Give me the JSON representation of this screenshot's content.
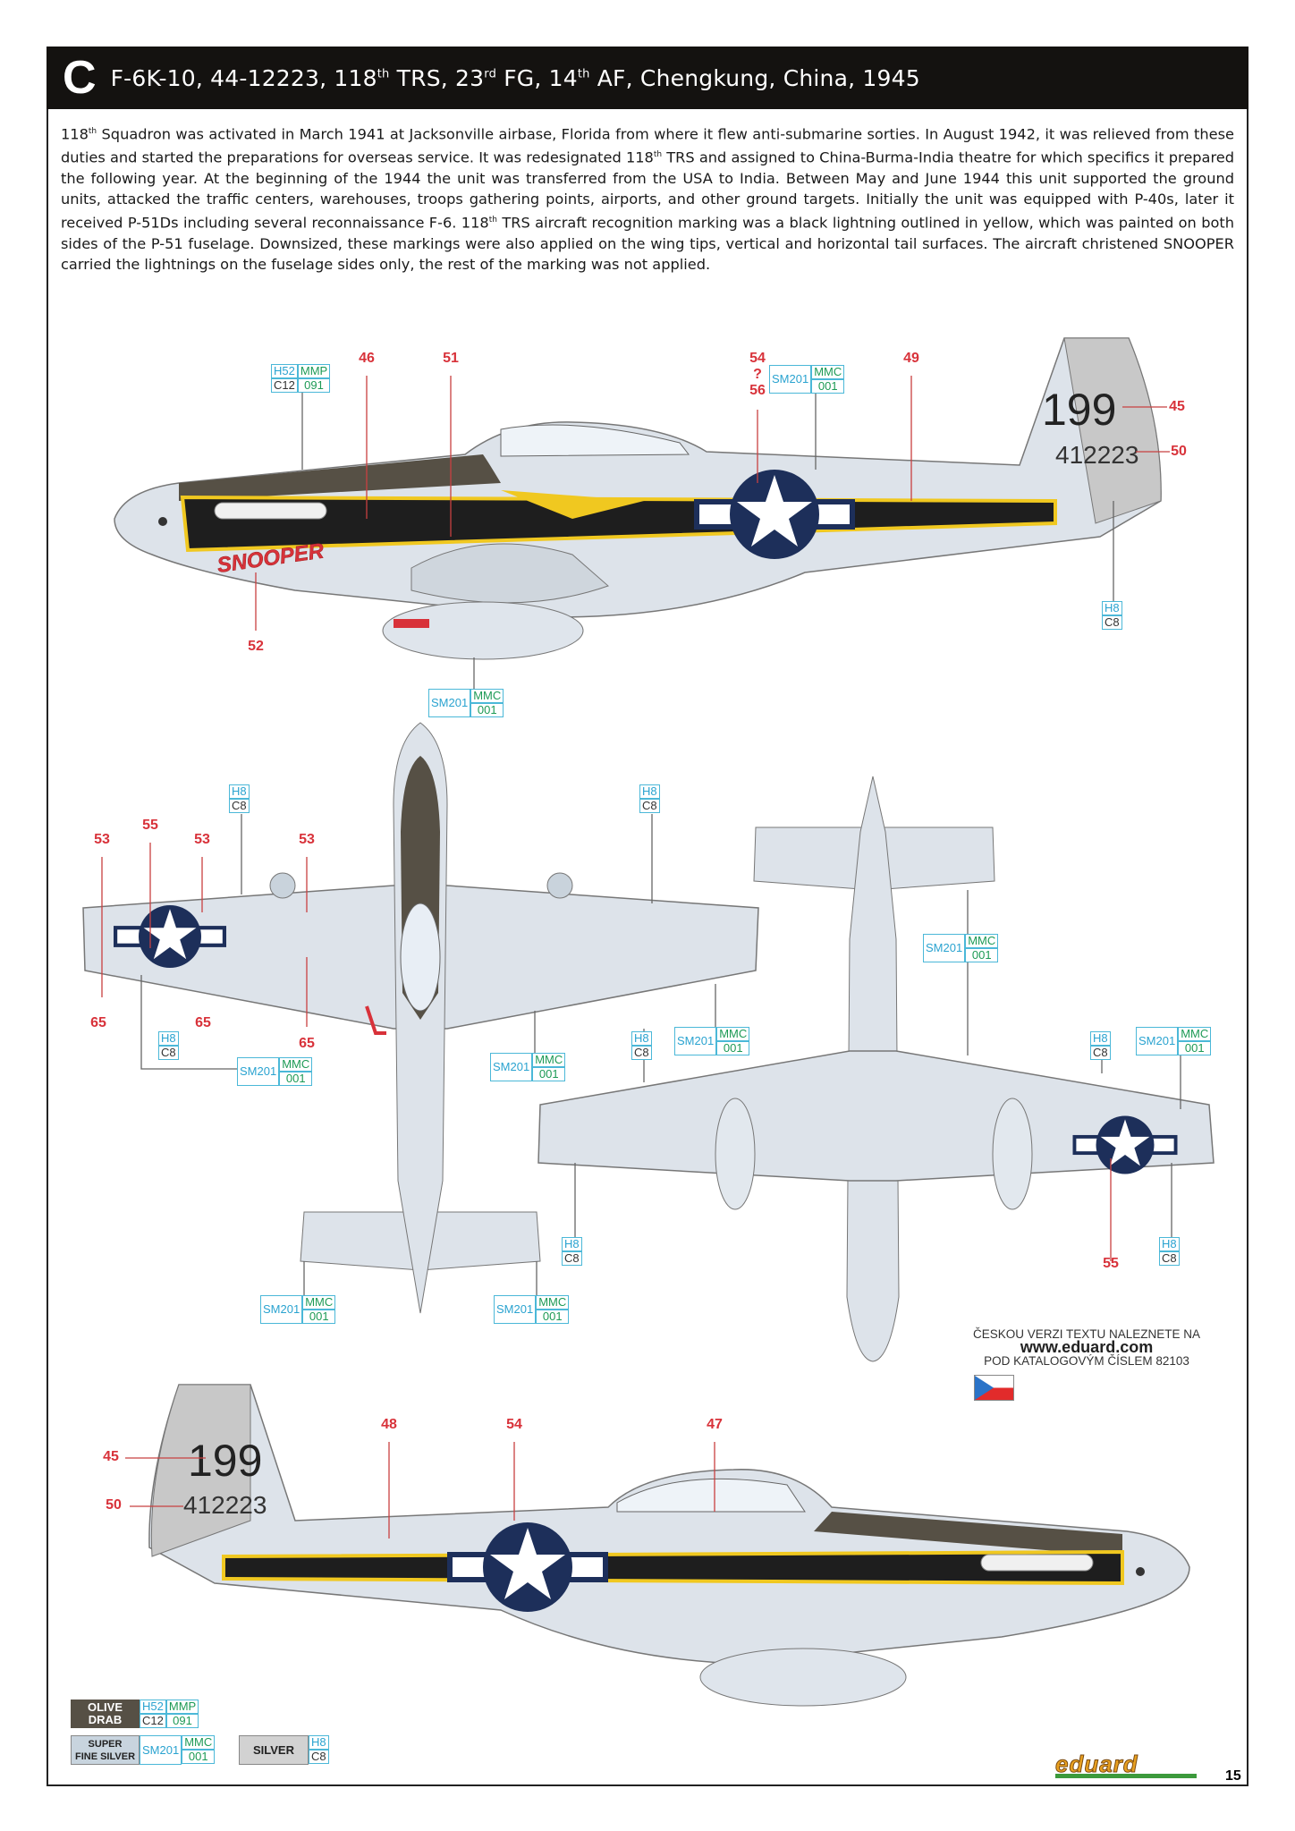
{
  "header": {
    "letter": "C",
    "title_parts": [
      "F-6K-10, 44-12223, 118",
      "th",
      " TRS, 23",
      "rd",
      " FG, 14",
      "th",
      " AF, Chengkung, China, 1945"
    ]
  },
  "description": {
    "parts": [
      "118",
      "th",
      " Squadron was activated in March 1941 at Jacksonville airbase, Florida from where it flew anti-submarine sorties. In August 1942, it was relieved from these duties and started the preparations for overseas service. It was redesignated 118",
      "th",
      " TRS and assigned to China-Burma-India theatre for which specifics it prepared the following year. At the beginning of the 1944 the unit was transferred from the USA to India. Between May and June 1944 this unit supported the ground units, attacked the traffic centers, warehouses, troops gathering points, airports, and other ground targets. Initially the unit was equipped with P-40s, later it received P-51Ds including several reconnaissance F-6. 118",
      "th",
      " TRS aircraft recognition marking was a black lightning outlined in yellow, which was painted on  both sides of the P-51 fuselage. Downsized, these markings were also applied on the wing tips, vertical and horizontal tail surfaces. The aircraft christened SNOOPER carried the lightnings on the fuselage sides only, the rest of the marking was not applied."
    ]
  },
  "aircraft_markings": {
    "tail_number": "199",
    "serial": "412223",
    "nose_art": "SNOOPER"
  },
  "paint_codes": {
    "olive": {
      "h": "H52",
      "c": "C12",
      "m1": "MMP",
      "m2": "091"
    },
    "superfine": {
      "h": "SM201",
      "m1": "MMC",
      "m2": "001"
    },
    "silver": {
      "h": "H8",
      "c": "C8"
    }
  },
  "callouts": {
    "n46": "46",
    "n51": "51",
    "n54": "54",
    "q": "?",
    "n56": "56",
    "n49": "49",
    "n45": "45",
    "n50": "50",
    "n52": "52",
    "n53": "53",
    "n55": "55",
    "n65": "65",
    "n48": "48",
    "n47": "47"
  },
  "czech_note": {
    "line1": "ČESKOU VERZI TEXTU NALEZNETE NA",
    "url": "www.eduard.com",
    "line2": "POD KATALOGOVÝM ČÍSLEM 82103"
  },
  "legend": {
    "olive_label_1": "OLIVE",
    "olive_label_2": "DRAB",
    "superfine_label_1": "SUPER",
    "superfine_label_2": "FINE SILVER",
    "silver_label": "SILVER"
  },
  "colors": {
    "olive_drab": "#565045",
    "super_fine_silver": "#c8d4de",
    "silver": "#d2d2d2",
    "callout_red": "#d8323a",
    "code_blue": "#2aa3d0",
    "code_green": "#1d9a55"
  },
  "brand": "eduard",
  "page_number": "15"
}
